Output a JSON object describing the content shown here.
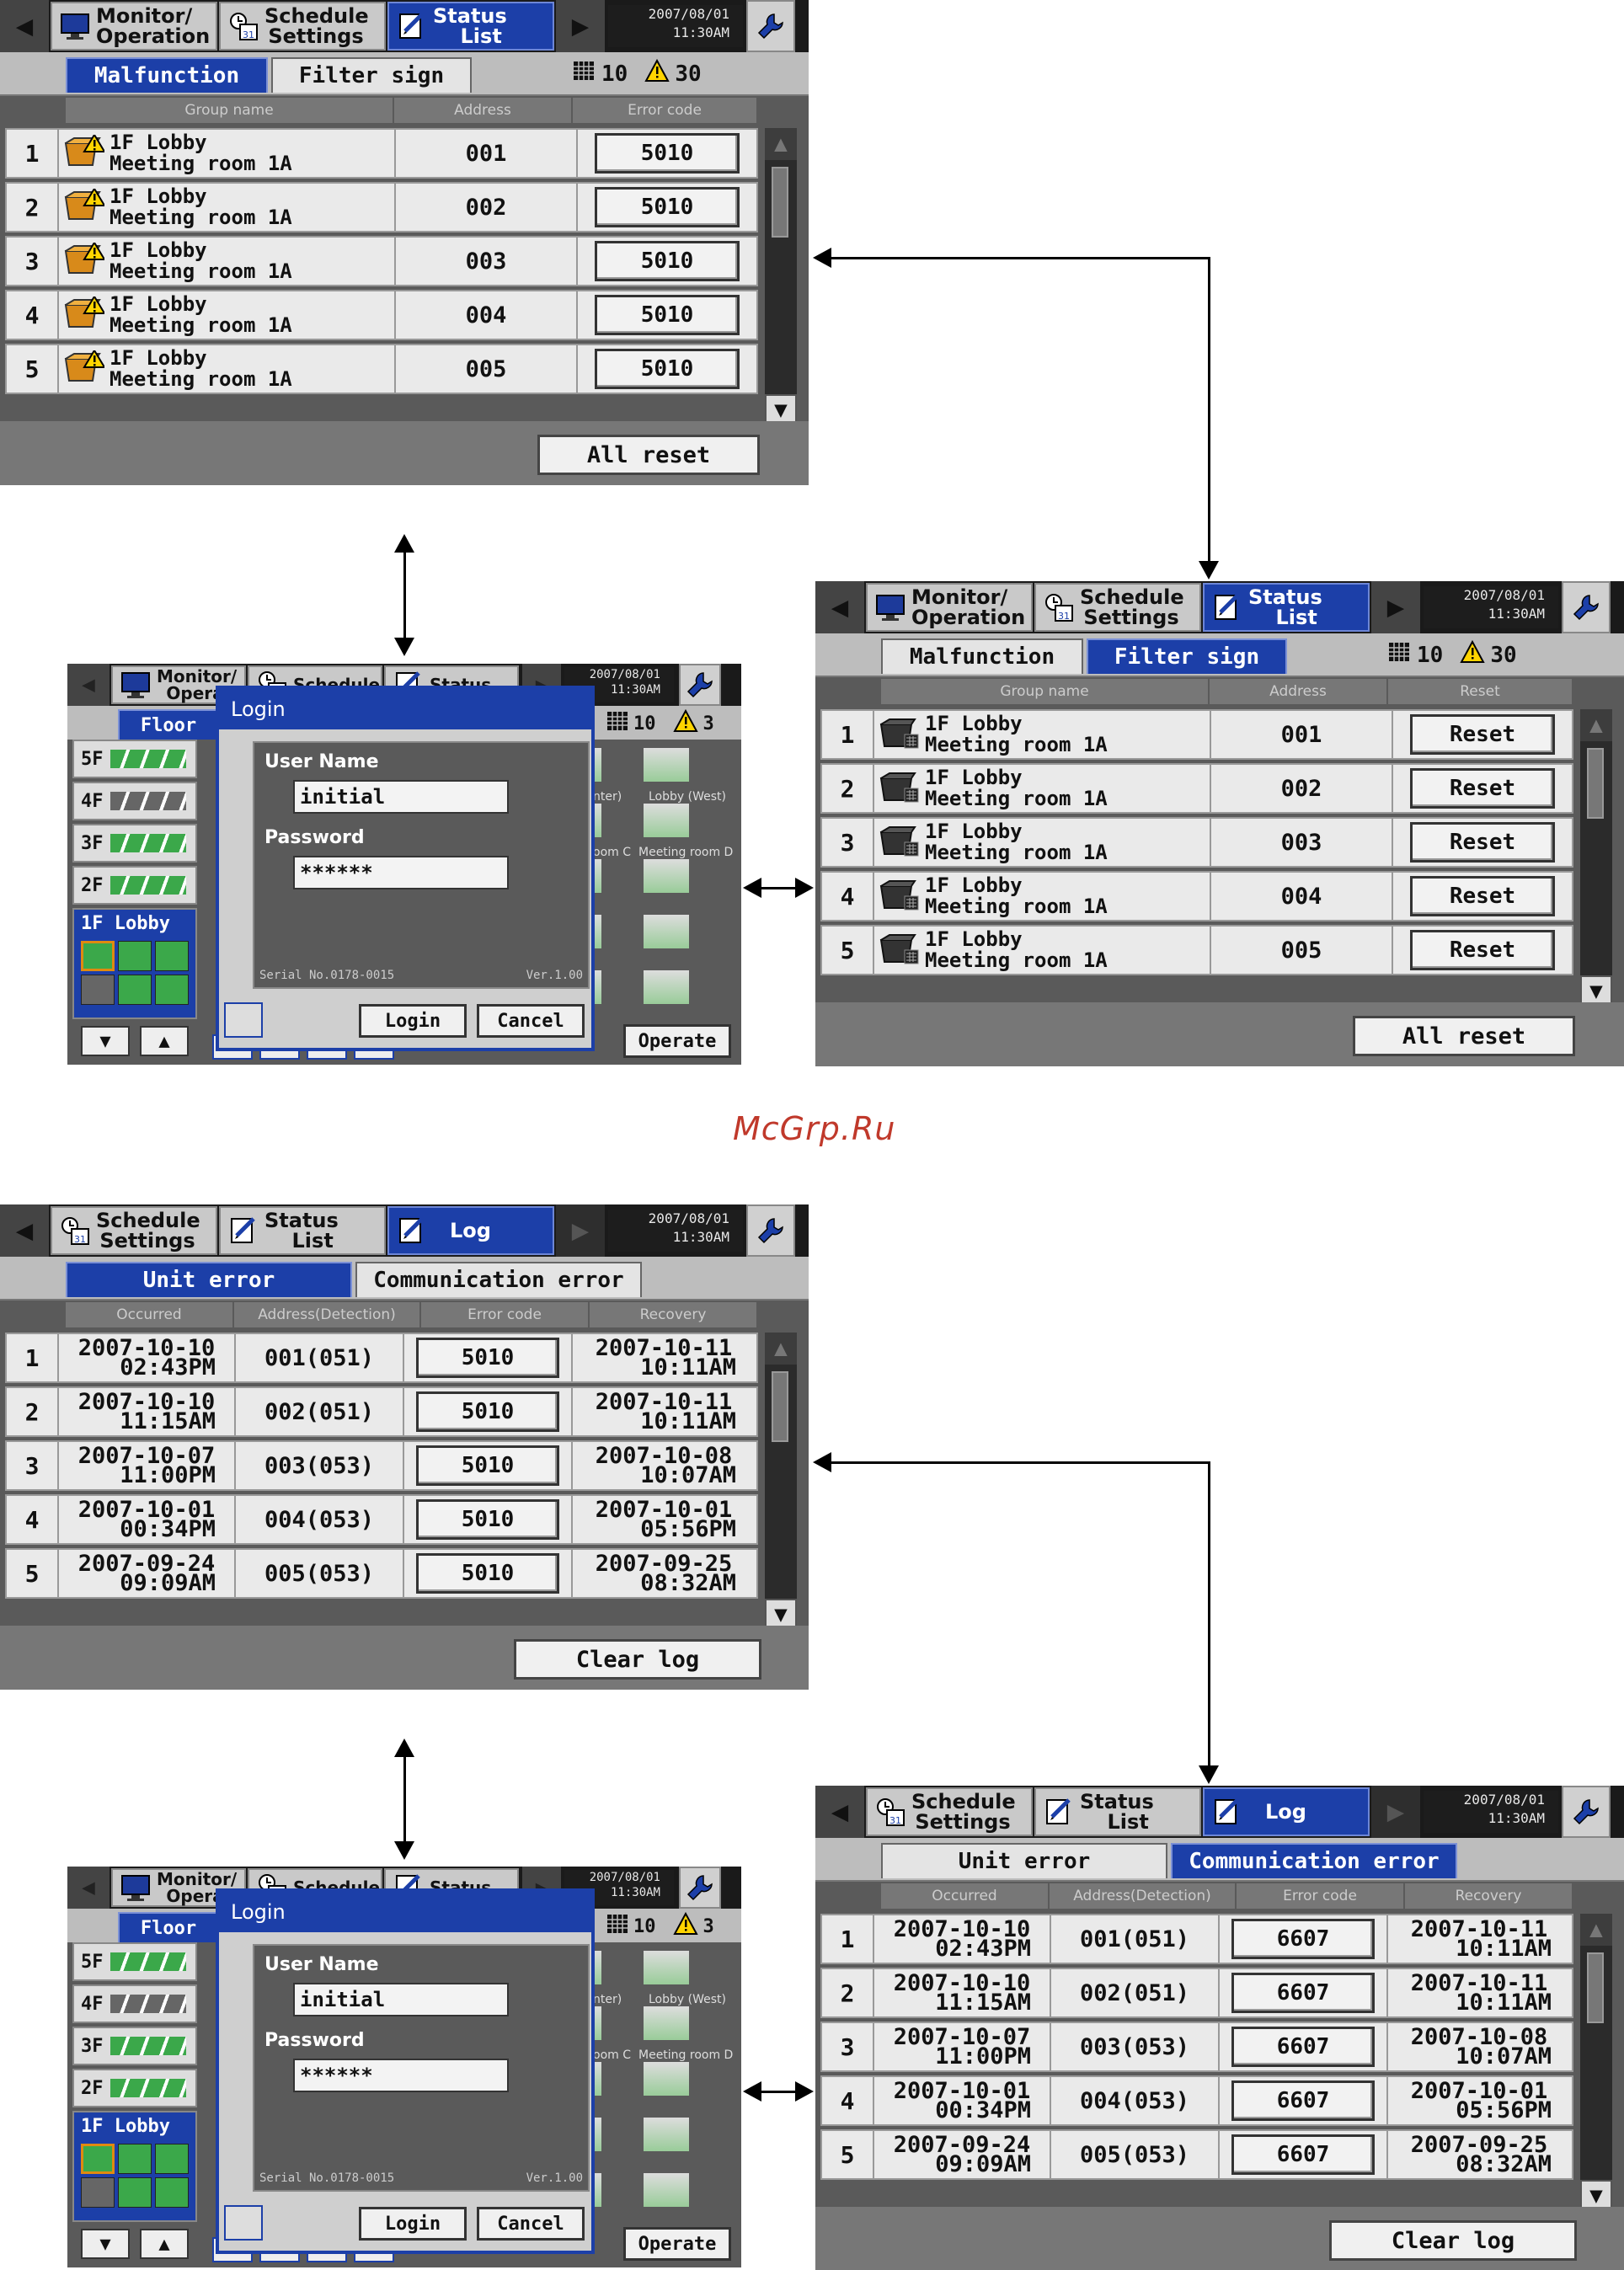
{
  "header": {
    "nav_left": "◀",
    "nav_right": "▶",
    "tab_monitor": [
      "Monitor/",
      "Operation"
    ],
    "tab_schedule": [
      "Schedule",
      "Settings"
    ],
    "tab_status": [
      "Status",
      "List"
    ],
    "tab_log": [
      "Log"
    ],
    "datetime": [
      "2007/08/01",
      "11:30AM"
    ],
    "wrench": "maintenance-icon"
  },
  "malfunction_screen": {
    "subtabs": [
      "Malfunction",
      "Filter sign"
    ],
    "count_units": "10",
    "count_alerts": "30",
    "columns": [
      "Group name",
      "Address",
      "Error code"
    ],
    "rows": [
      {
        "n": "1",
        "name": [
          "1F Lobby",
          "Meeting room 1A"
        ],
        "address": "001",
        "code": "5010"
      },
      {
        "n": "2",
        "name": [
          "1F Lobby",
          "Meeting room 1A"
        ],
        "address": "002",
        "code": "5010"
      },
      {
        "n": "3",
        "name": [
          "1F Lobby",
          "Meeting room 1A"
        ],
        "address": "003",
        "code": "5010"
      },
      {
        "n": "4",
        "name": [
          "1F Lobby",
          "Meeting room 1A"
        ],
        "address": "004",
        "code": "5010"
      },
      {
        "n": "5",
        "name": [
          "1F Lobby",
          "Meeting room 1A"
        ],
        "address": "005",
        "code": "5010"
      }
    ],
    "all_reset": "All reset"
  },
  "filter_screen": {
    "subtabs": [
      "Malfunction",
      "Filter sign"
    ],
    "count_units": "10",
    "count_alerts": "30",
    "columns": [
      "Group name",
      "Address",
      "Reset"
    ],
    "rows": [
      {
        "n": "1",
        "name": [
          "1F Lobby",
          "Meeting room 1A"
        ],
        "address": "001",
        "btn": "Reset"
      },
      {
        "n": "2",
        "name": [
          "1F Lobby",
          "Meeting room 1A"
        ],
        "address": "002",
        "btn": "Reset"
      },
      {
        "n": "3",
        "name": [
          "1F Lobby",
          "Meeting room 1A"
        ],
        "address": "003",
        "btn": "Reset"
      },
      {
        "n": "4",
        "name": [
          "1F Lobby",
          "Meeting room 1A"
        ],
        "address": "004",
        "btn": "Reset"
      },
      {
        "n": "5",
        "name": [
          "1F Lobby",
          "Meeting room 1A"
        ],
        "address": "005",
        "btn": "Reset"
      }
    ],
    "all_reset": "All reset"
  },
  "unit_error_screen": {
    "subtabs": [
      "Unit error",
      "Communication error"
    ],
    "columns": [
      "Occurred",
      "Address(Detection)",
      "Error code",
      "Recovery"
    ],
    "rows": [
      {
        "n": "1",
        "occ": [
          "2007-10-10",
          "02:43PM"
        ],
        "addr": "001(051)",
        "code": "5010",
        "rec": [
          "2007-10-11",
          "10:11AM"
        ]
      },
      {
        "n": "2",
        "occ": [
          "2007-10-10",
          "11:15AM"
        ],
        "addr": "002(051)",
        "code": "5010",
        "rec": [
          "2007-10-11",
          "10:11AM"
        ]
      },
      {
        "n": "3",
        "occ": [
          "2007-10-07",
          "11:00PM"
        ],
        "addr": "003(053)",
        "code": "5010",
        "rec": [
          "2007-10-08",
          "10:07AM"
        ]
      },
      {
        "n": "4",
        "occ": [
          "2007-10-01",
          "00:34PM"
        ],
        "addr": "004(053)",
        "code": "5010",
        "rec": [
          "2007-10-01",
          "05:56PM"
        ]
      },
      {
        "n": "5",
        "occ": [
          "2007-09-24",
          "09:09AM"
        ],
        "addr": "005(053)",
        "code": "5010",
        "rec": [
          "2007-09-25",
          "08:32AM"
        ]
      }
    ],
    "clear_log": "Clear log"
  },
  "comm_error_screen": {
    "subtabs": [
      "Unit error",
      "Communication error"
    ],
    "columns": [
      "Occurred",
      "Address(Detection)",
      "Error code",
      "Recovery"
    ],
    "rows": [
      {
        "n": "1",
        "occ": [
          "2007-10-10",
          "02:43PM"
        ],
        "addr": "001(051)",
        "code": "6607",
        "rec": [
          "2007-10-11",
          "10:11AM"
        ]
      },
      {
        "n": "2",
        "occ": [
          "2007-10-10",
          "11:15AM"
        ],
        "addr": "002(051)",
        "code": "6607",
        "rec": [
          "2007-10-11",
          "10:11AM"
        ]
      },
      {
        "n": "3",
        "occ": [
          "2007-10-07",
          "11:00PM"
        ],
        "addr": "003(053)",
        "code": "6607",
        "rec": [
          "2007-10-08",
          "10:07AM"
        ]
      },
      {
        "n": "4",
        "occ": [
          "2007-10-01",
          "00:34PM"
        ],
        "addr": "004(053)",
        "code": "6607",
        "rec": [
          "2007-10-01",
          "05:56PM"
        ]
      },
      {
        "n": "5",
        "occ": [
          "2007-09-24",
          "09:09AM"
        ],
        "addr": "005(053)",
        "code": "6607",
        "rec": [
          "2007-09-25",
          "08:32AM"
        ]
      }
    ],
    "clear_log": "Clear log"
  },
  "login": {
    "header_tabs": [
      "Monitor/",
      "Operat",
      "Schedule",
      "Status"
    ],
    "floor_tab": "Floor",
    "floors": [
      "5F",
      "4F",
      "3F",
      "2F",
      "1F Lobby"
    ],
    "count_units": "10",
    "count_alerts": "3",
    "title": "Login",
    "user_label": "User Name",
    "user_value": "initial",
    "password_label": "Password",
    "password_value": "******",
    "serial": "Serial No.0178-0015",
    "version": "Ver.1.00",
    "login_btn": "Login",
    "cancel_btn": "Cancel",
    "operate_btn": "Operate",
    "unit_labels": [
      "nter)",
      "Lobby (West)",
      "oom C",
      "Meeting room D"
    ]
  },
  "watermark": "McGrp.Ru",
  "colors": {
    "accent": "#1c3fa8",
    "panel": "#5a5a5a",
    "header": "#1a1a1a"
  }
}
